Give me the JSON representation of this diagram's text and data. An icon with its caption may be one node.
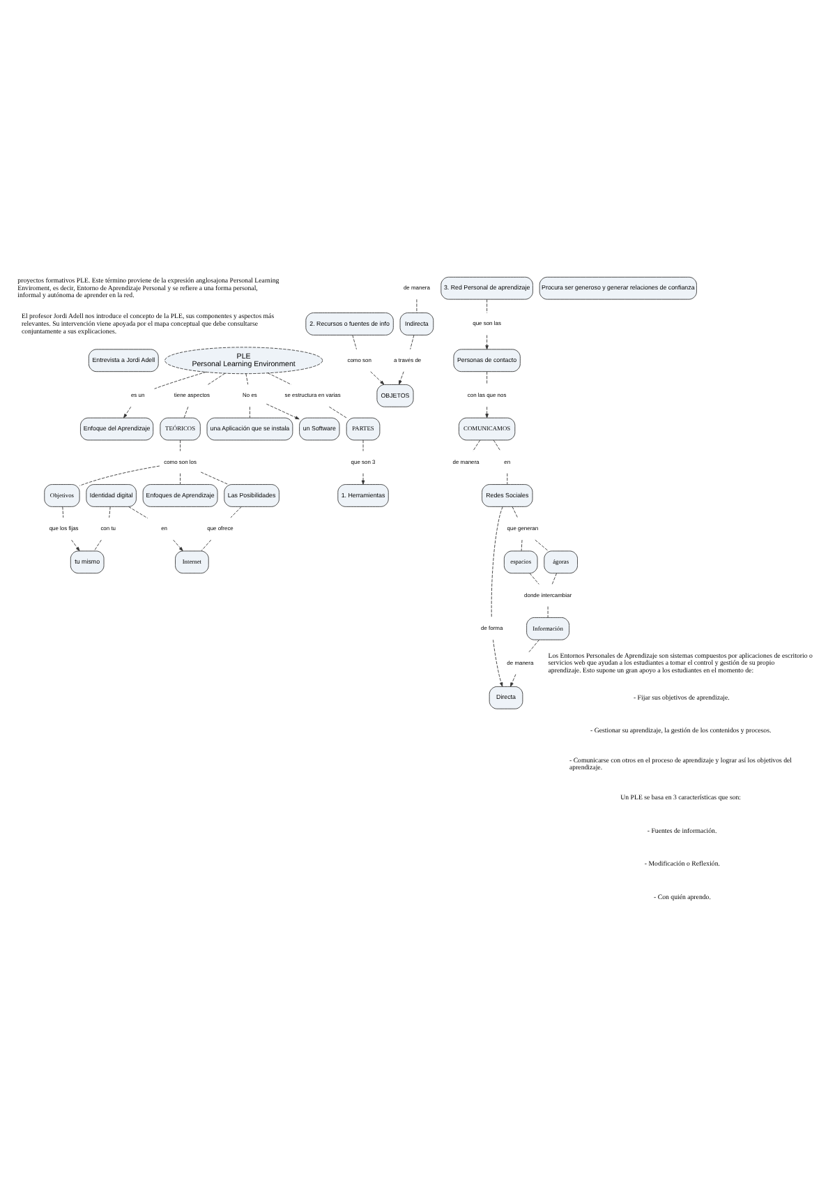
{
  "diagram": {
    "nodes": [
      {
        "text": [
          "Entrevista a Jordi Adell"
        ]
      },
      {
        "text": [
          "PLE",
          "Personal Learning Environment"
        ]
      },
      {
        "text": [
          "es un"
        ]
      },
      {
        "text": [
          "Enfoque del Aprendizaje"
        ]
      },
      {
        "text": [
          "tiene aspectos"
        ]
      },
      {
        "text": [
          "TEÓRICOS"
        ]
      },
      {
        "text": [
          "como son los"
        ]
      },
      {
        "text": [
          "Enfoques de Aprendizaje"
        ]
      },
      {
        "text": [
          "Objetivos"
        ]
      },
      {
        "text": [
          "Las Posibilidades"
        ]
      },
      {
        "text": [
          "que ofrece"
        ]
      },
      {
        "text": [
          "Internet"
        ]
      },
      {
        "text": [
          "que los fijas"
        ]
      },
      {
        "text": [
          "tu mismo"
        ]
      },
      {
        "text": [
          "con tu"
        ]
      },
      {
        "text": [
          "Identidad digital"
        ]
      },
      {
        "text": [
          "en"
        ]
      },
      {
        "text": [
          "No es"
        ]
      },
      {
        "text": [
          "un Software"
        ]
      },
      {
        "text": [
          "una Aplicación que se instala"
        ]
      },
      {
        "text": [
          "se estructura en varias"
        ]
      },
      {
        "text": [
          "PARTES"
        ]
      },
      {
        "text": [
          "que son 3"
        ]
      },
      {
        "text": [
          "1. Herramientas"
        ]
      },
      {
        "text": [
          "2. Recursos o fuentes de info"
        ]
      },
      {
        "text": [
          "3. Red Personal de aprendizaje"
        ]
      },
      {
        "text": [
          "como son"
        ]
      },
      {
        "text": [
          "OBJETOS"
        ]
      },
      {
        "text": [
          "que son las"
        ]
      },
      {
        "text": [
          "Personas de contacto"
        ]
      },
      {
        "text": [
          "con las que nos"
        ]
      },
      {
        "text": [
          "COMUNICAMOS"
        ]
      },
      {
        "text": [
          "de manera"
        ]
      },
      {
        "text": [
          "de manera"
        ]
      },
      {
        "text": [
          "en"
        ]
      },
      {
        "text": [
          "Redes Sociales"
        ]
      },
      {
        "text": [
          "de forma"
        ]
      },
      {
        "text": [
          "Directa"
        ]
      },
      {
        "text": [
          "Indirecta"
        ]
      },
      {
        "text": [
          "a través de"
        ]
      },
      {
        "text": [
          "que generan"
        ]
      },
      {
        "text": [
          "espacios"
        ]
      },
      {
        "text": [
          "ágoras"
        ]
      },
      {
        "text": [
          "donde intercambiar"
        ]
      },
      {
        "text": [
          "Información"
        ]
      },
      {
        "text": [
          "de manera"
        ]
      },
      {
        "text": [
          "Procura ser generoso y generar relaciones de confianza"
        ]
      }
    ],
    "edges": [
      {
        "from": 1,
        "to": 2,
        "arrow": "none"
      },
      {
        "from": 2,
        "to": 3,
        "arrow": "to"
      },
      {
        "from": 1,
        "to": 4,
        "arrow": "none"
      },
      {
        "from": 4,
        "to": 5,
        "arrow": "none"
      },
      {
        "from": 5,
        "to": 6,
        "arrow": "none"
      },
      {
        "from": 6,
        "to": 7,
        "arrow": "none"
      },
      {
        "from": 6,
        "to": 8,
        "arrow": "none"
      },
      {
        "from": 6,
        "to": 9,
        "arrow": "none"
      },
      {
        "from": 8,
        "to": 12,
        "arrow": "none"
      },
      {
        "from": 12,
        "to": 13,
        "arrow": "to"
      },
      {
        "from": 9,
        "to": 10,
        "arrow": "none"
      },
      {
        "from": 10,
        "to": 11,
        "arrow": "none"
      },
      {
        "from": 15,
        "to": 14,
        "arrow": "none"
      },
      {
        "from": 14,
        "to": 13,
        "arrow": "none"
      },
      {
        "from": 15,
        "to": 16,
        "arrow": "none"
      },
      {
        "from": 16,
        "to": 11,
        "arrow": "to"
      },
      {
        "from": 1,
        "to": 17,
        "arrow": "none"
      },
      {
        "from": 17,
        "to": 18,
        "arrow": "to"
      },
      {
        "from": 17,
        "to": 19,
        "arrow": "none"
      },
      {
        "from": 1,
        "to": 20,
        "arrow": "none"
      },
      {
        "from": 20,
        "to": 21,
        "arrow": "none"
      },
      {
        "from": 21,
        "to": 22,
        "arrow": "none"
      },
      {
        "from": 22,
        "to": 23,
        "arrow": "to"
      },
      {
        "from": 24,
        "to": 26,
        "arrow": "none"
      },
      {
        "from": 26,
        "to": 27,
        "arrow": "to"
      },
      {
        "from": 25,
        "to": 28,
        "arrow": "none"
      },
      {
        "from": 28,
        "to": 29,
        "arrow": "to"
      },
      {
        "from": 29,
        "to": 30,
        "arrow": "none"
      },
      {
        "from": 30,
        "to": 31,
        "arrow": "to"
      },
      {
        "from": 31,
        "to": 32,
        "arrow": "none"
      },
      {
        "from": 33,
        "to": 38,
        "arrow": "none"
      },
      {
        "from": 38,
        "to": 39,
        "arrow": "none"
      },
      {
        "from": 39,
        "to": 27,
        "arrow": "to"
      },
      {
        "from": 31,
        "to": 34,
        "arrow": "none"
      },
      {
        "from": 34,
        "to": 35,
        "arrow": "none"
      },
      {
        "from": 35,
        "to": 36,
        "arrow": "none"
      },
      {
        "from": 36,
        "to": 37,
        "arrow": "to"
      },
      {
        "from": 35,
        "to": 40,
        "arrow": "none"
      },
      {
        "from": 40,
        "to": 41,
        "arrow": "none"
      },
      {
        "from": 40,
        "to": 42,
        "arrow": "none"
      },
      {
        "from": 41,
        "to": 43,
        "arrow": "none"
      },
      {
        "from": 42,
        "to": 43,
        "arrow": "none"
      },
      {
        "from": 43,
        "to": 44,
        "arrow": "none"
      },
      {
        "from": 44,
        "to": 45,
        "arrow": "none"
      },
      {
        "from": 45,
        "to": 37,
        "arrow": "to"
      }
    ],
    "labels": [
      "proyectos formativos PLE. Este término proviene de la expresión anglosajona Personal Learning Enviroment, es decir, Entorno de Aprendizaje Personal y se refiere a una forma personal, informal y autónoma de aprender en la red.",
      "El profesor Jordi Adell nos introduce el concepto de la PLE, sus componentes y aspectos más relevantes. Su intervención viene apoyada por el mapa conceptual que debe consultarse conjuntamente a sus explicaciones.",
      "Los Entornos Personales de Aprendizaje son sistemas compuestos por aplicaciones de escritorio o servicios web que ayudan a los estudiantes a tomar el control y gestión de su propio aprendizaje. Esto supone un gran apoyo a los estudiantes en el momento de:",
      "- Fijar sus objetivos de aprendizaje.",
      "- Gestionar su aprendizaje, la gestión de los contenidos y procesos.",
      "- Comunicarse con otros en el proceso de aprendizaje y lograr así los objetivos del aprendizaje.",
      "Un PLE se basa en 3 características que son:",
      "- Fuentes de información.",
      "- Modificación o Reflexión.",
      "- Con quién aprendo."
    ]
  }
}
